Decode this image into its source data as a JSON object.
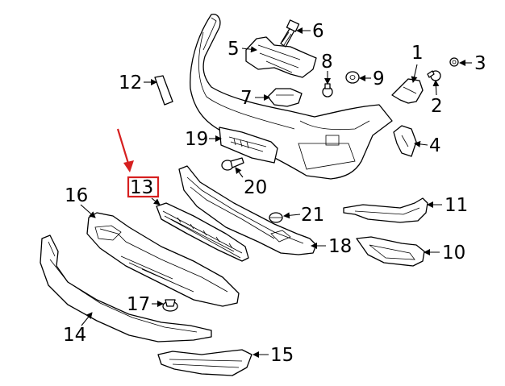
{
  "callouts": [
    {
      "id": "1",
      "label": "1"
    },
    {
      "id": "2",
      "label": "2"
    },
    {
      "id": "3",
      "label": "3"
    },
    {
      "id": "4",
      "label": "4"
    },
    {
      "id": "5",
      "label": "5"
    },
    {
      "id": "6",
      "label": "6"
    },
    {
      "id": "7",
      "label": "7"
    },
    {
      "id": "8",
      "label": "8"
    },
    {
      "id": "9",
      "label": "9"
    },
    {
      "id": "10",
      "label": "10"
    },
    {
      "id": "11",
      "label": "11"
    },
    {
      "id": "12",
      "label": "12"
    },
    {
      "id": "13",
      "label": "13"
    },
    {
      "id": "14",
      "label": "14"
    },
    {
      "id": "15",
      "label": "15"
    },
    {
      "id": "16",
      "label": "16"
    },
    {
      "id": "17",
      "label": "17"
    },
    {
      "id": "18",
      "label": "18"
    },
    {
      "id": "19",
      "label": "19"
    },
    {
      "id": "20",
      "label": "20"
    },
    {
      "id": "21",
      "label": "21"
    }
  ],
  "highlighted_part": "13",
  "colors": {
    "line": "#000000",
    "highlight": "#d62020",
    "background": "#ffffff"
  }
}
